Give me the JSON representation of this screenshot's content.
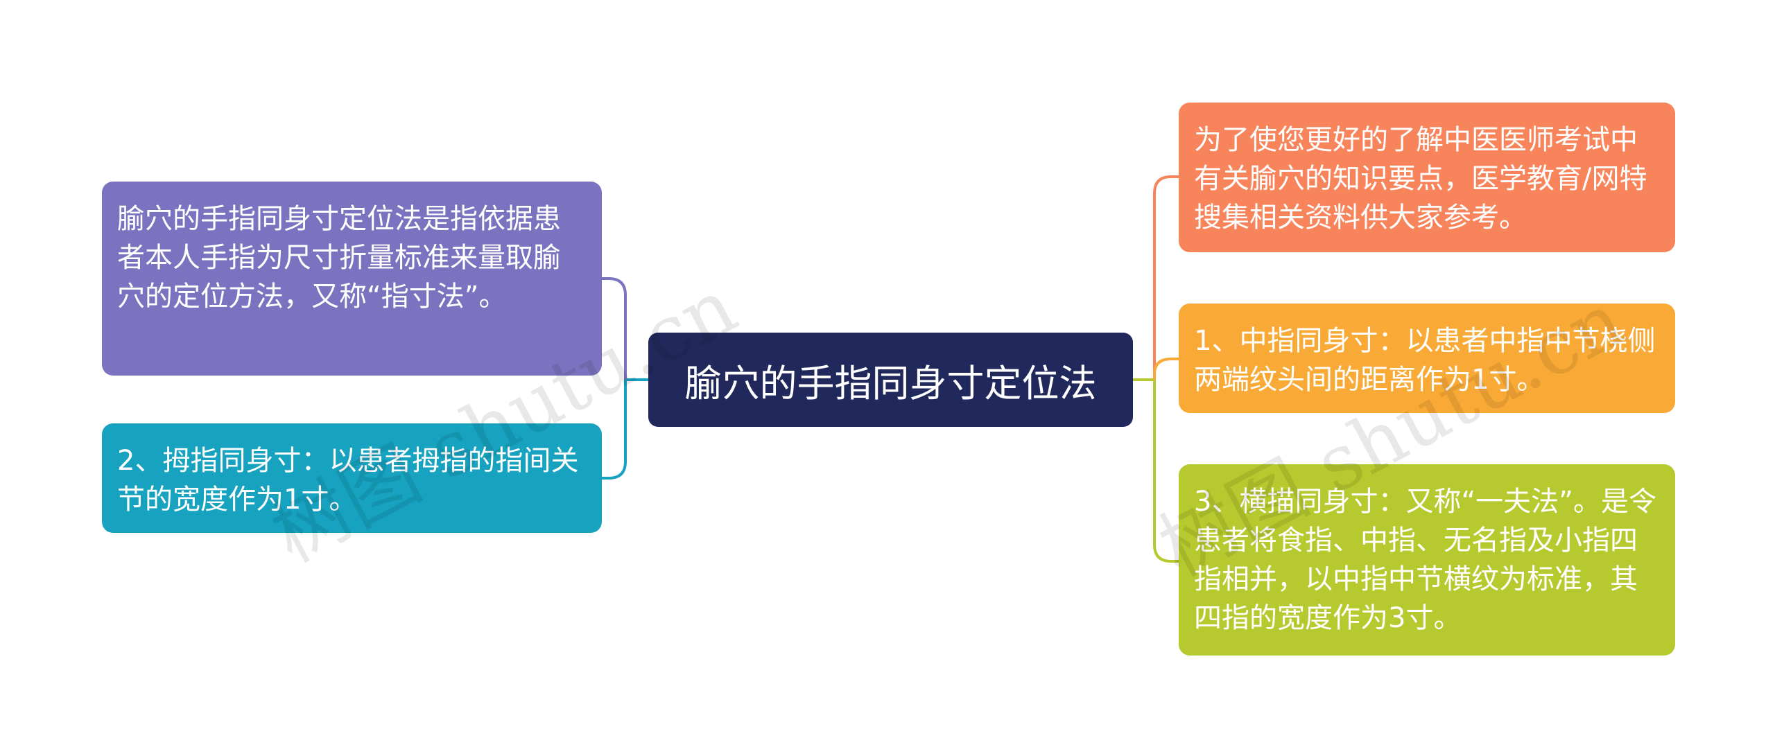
{
  "center": {
    "text": "腧穴的手指同身寸定位法",
    "color": "#21295c"
  },
  "left_nodes": [
    {
      "text": "腧穴的手指同身寸定位法是指依据患者本人手指为尺寸折量标准来量取腧穴的定位方法，又称“指寸法”。",
      "color": "#7b73bf"
    },
    {
      "text": "2、拇指同身寸：以患者拇指的指间关节的宽度作为1寸。",
      "color": "#17a2c0"
    }
  ],
  "right_nodes": [
    {
      "text": "为了使您更好的了解中医医师考试中有关腧穴的知识要点，医学教育/网特搜集相关资料供大家参考。",
      "color": "#f7845b"
    },
    {
      "text": "1、中指同身寸：以患者中指中节桡侧两端纹头间的距离作为1寸。",
      "color": "#f9aa36"
    },
    {
      "text": "3、横描同身寸：又称“一夫法”。是令患者将食指、中指、无名指及小指四指相并，以中指中节横纹为标准，其四指的宽度作为3寸。",
      "color": "#b6c92e"
    }
  ],
  "watermarks": [
    "树图 shutu.cn",
    "树图 shutu.cn"
  ]
}
